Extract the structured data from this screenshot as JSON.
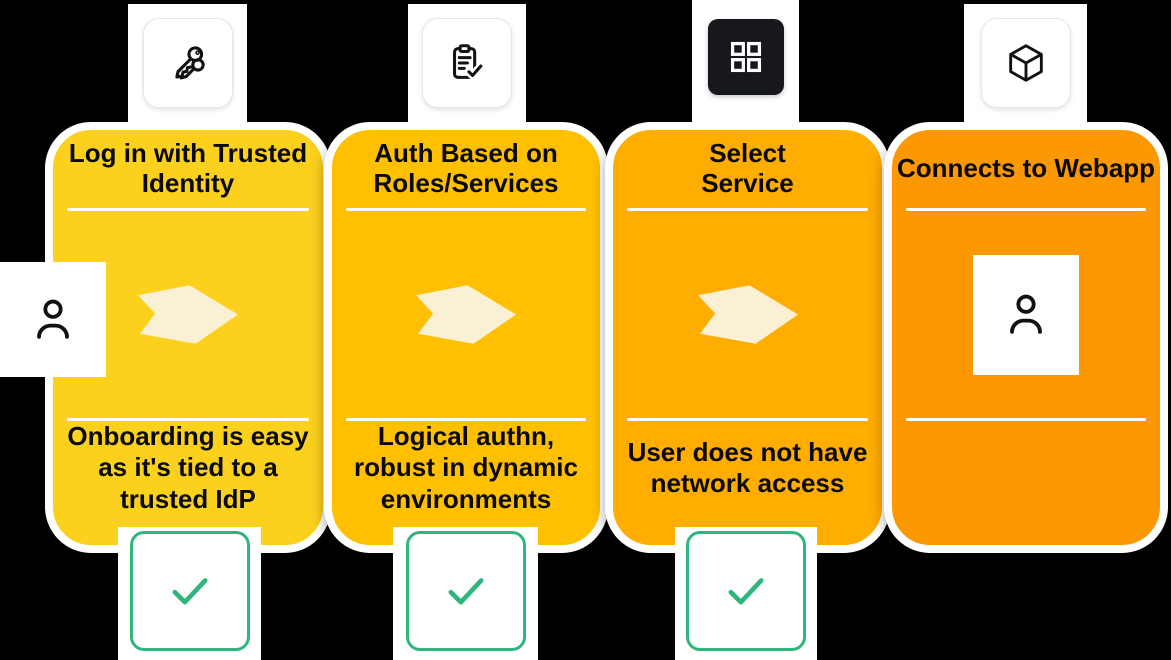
{
  "background": "#000000",
  "colors": {
    "arrow": "#FAF0D3",
    "check_green": "#2EB67D",
    "icon_dark_bg": "#16181D",
    "divider": "#FFFFFF",
    "text": "#0A0A0A",
    "tile": "#FFFFFF"
  },
  "cards": [
    {
      "title": "Log in with Trusted\nIdentity",
      "description": "Onboarding is easy\nas it's tied to a\ntrusted IdP",
      "color": "#FCD11D",
      "icon": "keys-icon",
      "middle": "arrow",
      "checked": true
    },
    {
      "title": "Auth Based on\nRoles/Services",
      "description": "Logical authn,\nrobust in dynamic\nenvironments",
      "color": "#FFC001",
      "icon": "clipboard-check-icon",
      "middle": "arrow",
      "checked": true
    },
    {
      "title": "Select\nService",
      "description": "User does not have\nnetwork access",
      "color": "#FFAD00",
      "icon": "app-grid-icon",
      "middle": "arrow",
      "checked": true
    },
    {
      "title": "Connects to Webapp",
      "description": "",
      "color": "#FB9803",
      "icon": "cube-icon",
      "middle": "person",
      "checked": false
    }
  ],
  "left_figure": {
    "icon": "person-icon"
  }
}
